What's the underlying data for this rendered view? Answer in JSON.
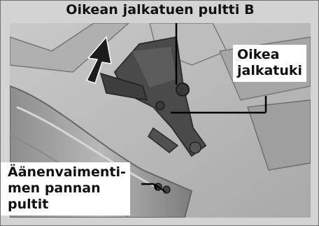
{
  "title": "Oikean jalkatuen pultti B",
  "callout_right": {
    "line1": "Oikea",
    "line2": "jalkatuki"
  },
  "callout_left": {
    "line1": "Äänenvaimenti-",
    "line2": "men pannan",
    "line3": "pultit"
  }
}
